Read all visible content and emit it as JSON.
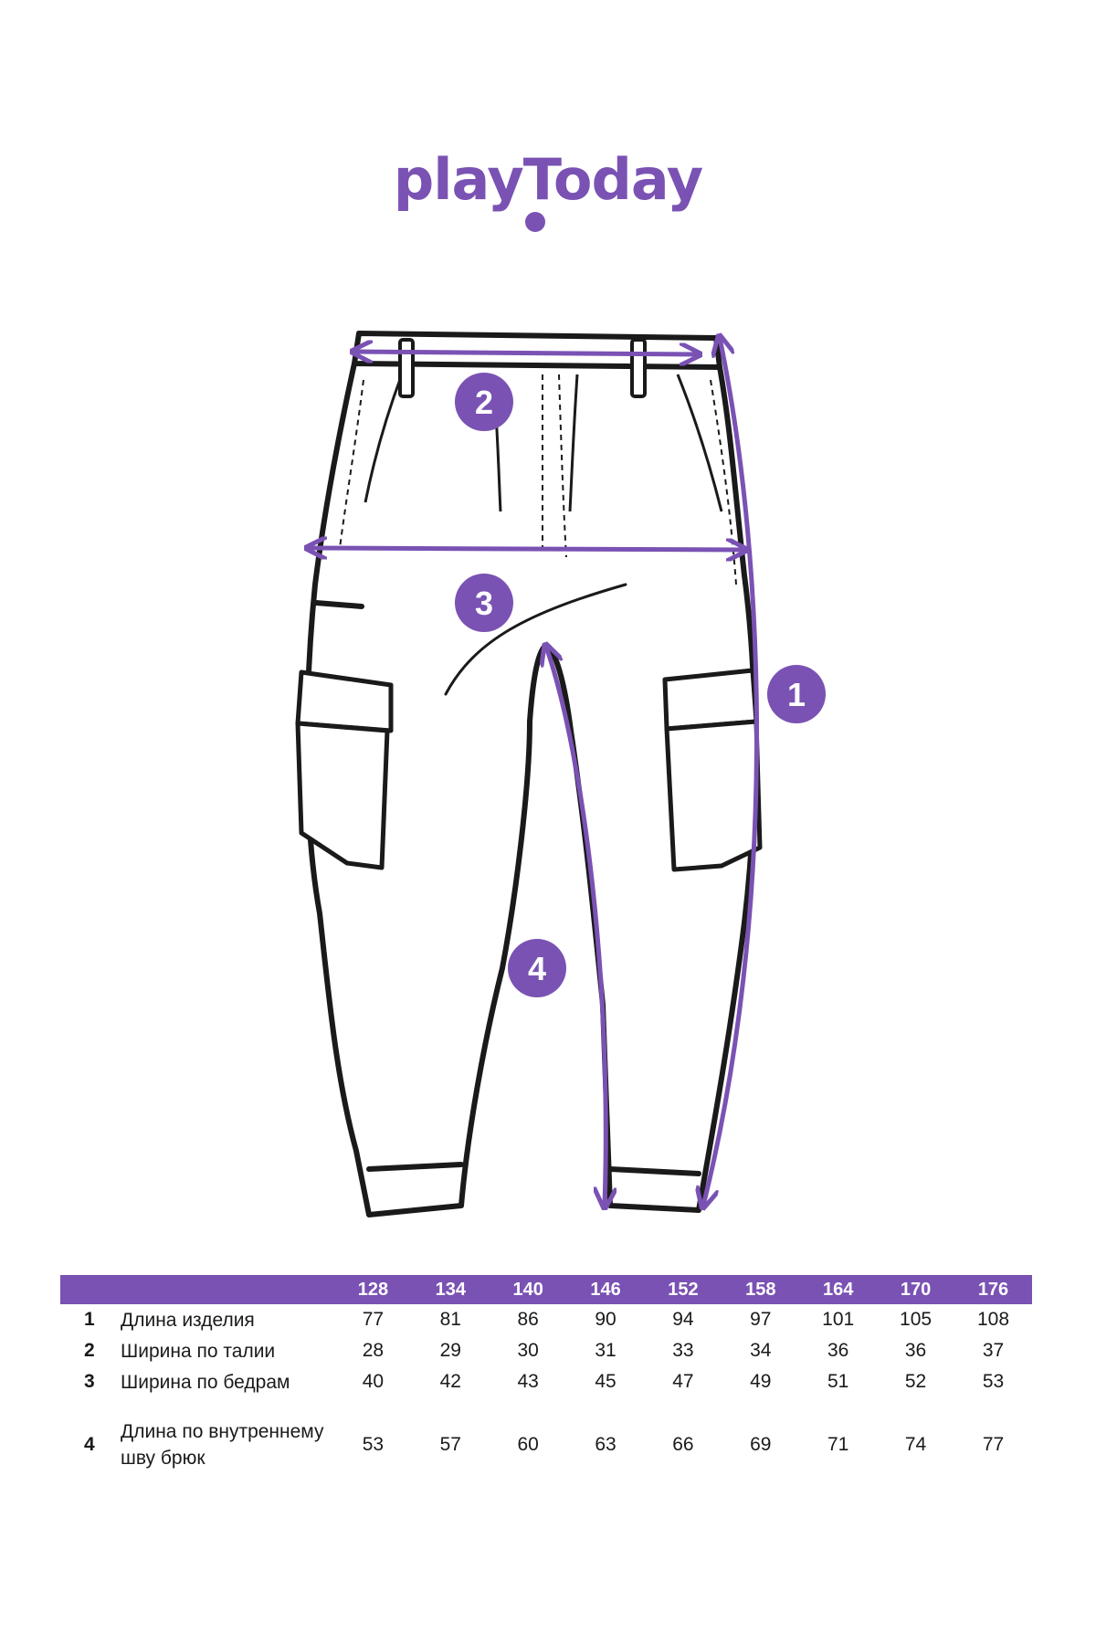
{
  "brand": {
    "name": "playToday",
    "accent": "#7a52b3"
  },
  "measure_badges": [
    "1",
    "2",
    "3",
    "4"
  ],
  "size_table": {
    "sizes": [
      "128",
      "134",
      "140",
      "146",
      "152",
      "158",
      "164",
      "170",
      "176"
    ],
    "rows": [
      {
        "id": "1",
        "label": "Длина изделия",
        "values": [
          "77",
          "81",
          "86",
          "90",
          "94",
          "97",
          "101",
          "105",
          "108"
        ]
      },
      {
        "id": "2",
        "label": "Ширина по талии",
        "values": [
          "28",
          "29",
          "30",
          "31",
          "33",
          "34",
          "36",
          "36",
          "37"
        ]
      },
      {
        "id": "3",
        "label": "Ширина по бедрам",
        "values": [
          "40",
          "42",
          "43",
          "45",
          "47",
          "49",
          "51",
          "52",
          "53"
        ]
      },
      {
        "id": "4",
        "label": "Длина по внутреннему шву брюк",
        "values": [
          "53",
          "57",
          "60",
          "63",
          "66",
          "69",
          "71",
          "74",
          "77"
        ]
      }
    ]
  }
}
